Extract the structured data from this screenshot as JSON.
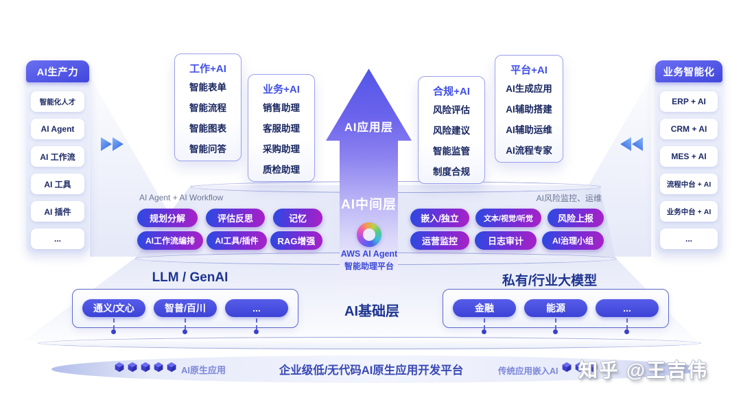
{
  "left_sidebar": {
    "title": "AI生产力",
    "items": [
      "智能化人才",
      "AI Agent",
      "AI 工作流",
      "AI 工具",
      "AI 插件",
      "..."
    ]
  },
  "right_sidebar": {
    "title": "业务智能化",
    "items": [
      "ERP + AI",
      "CRM + AI",
      "MES + AI",
      "流程中台 + AI",
      "业务中台 + AI",
      "..."
    ]
  },
  "app_cards": [
    {
      "title": "工作+AI",
      "items": [
        "智能表单",
        "智能流程",
        "智能图表",
        "智能问答"
      ]
    },
    {
      "title": "业务+AI",
      "items": [
        "销售助理",
        "客服助理",
        "采购助理",
        "质检助理"
      ]
    },
    {
      "title": "合规+AI",
      "items": [
        "风险评估",
        "风险建议",
        "智能监管",
        "制度合规"
      ]
    },
    {
      "title": "平台+AI",
      "items": [
        "AI生成应用",
        "AI辅助搭建",
        "AI辅助运维",
        "AI流程专家"
      ]
    }
  ],
  "layers": {
    "application": "AI应用层",
    "middle": "AI中间层",
    "foundation": "AI基础层"
  },
  "middle_layer": {
    "left_label": "AI Agent + AI Workflow",
    "right_label": "AI风险监控、运维",
    "left_pills": [
      [
        "规划分解",
        "评估反思",
        "记忆"
      ],
      [
        "AI工作流编排",
        "AI工具/插件",
        "RAG增强"
      ]
    ],
    "right_pills": [
      [
        "嵌入/独立",
        "文本/视觉/听觉",
        "风险上报"
      ],
      [
        "运营监控",
        "日志审计",
        "AI治理小组"
      ]
    ],
    "platform_name": "AWS AI Agent",
    "platform_subtitle": "智能助理平台"
  },
  "foundation_layer": {
    "left_group": {
      "label": "LLM / GenAI",
      "pills": [
        "通义/文心",
        "智普/百川",
        "..."
      ]
    },
    "right_group": {
      "label": "私有/行业大模型",
      "pills": [
        "金融",
        "能源",
        "..."
      ]
    }
  },
  "bottom_bar": {
    "left_caption": "AI原生应用",
    "center_title": "企业级低/无代码AI原生应用开发平台",
    "right_caption": "传统应用嵌入AI"
  },
  "watermark": "知乎 @王吉伟",
  "colors": {
    "header_gradient_start": "#6a6ff2",
    "header_gradient_end": "#4146dc",
    "arrow_top": "#5356e8",
    "pill_gradient_start": "#2c49e2",
    "pill_gradient_end": "#a822c6",
    "foundation_pill": "#4348d8",
    "dark_label": "#1e3490",
    "muted_caption": "#7c86da"
  }
}
